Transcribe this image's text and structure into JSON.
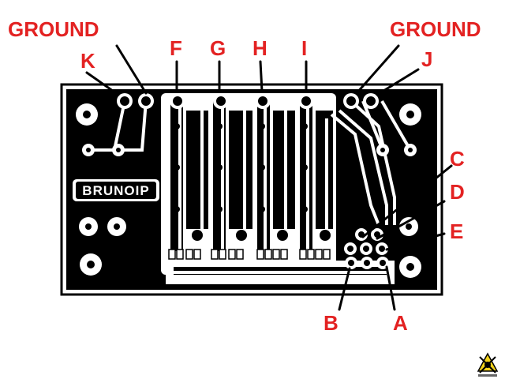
{
  "diagram": {
    "board_label": "BRUNOIP",
    "callouts": {
      "ground_left": "GROUND",
      "ground_right": "GROUND",
      "k": "K",
      "f": "F",
      "g": "G",
      "h": "H",
      "i": "I",
      "j": "J",
      "c": "C",
      "d": "D",
      "e": "E",
      "b": "B",
      "a": "A"
    },
    "colors": {
      "callout_text": "#e32222",
      "board_background": "#000000",
      "copper": "#ffffff",
      "page_background": "#ffffff"
    },
    "watermark": "logo-icon"
  }
}
